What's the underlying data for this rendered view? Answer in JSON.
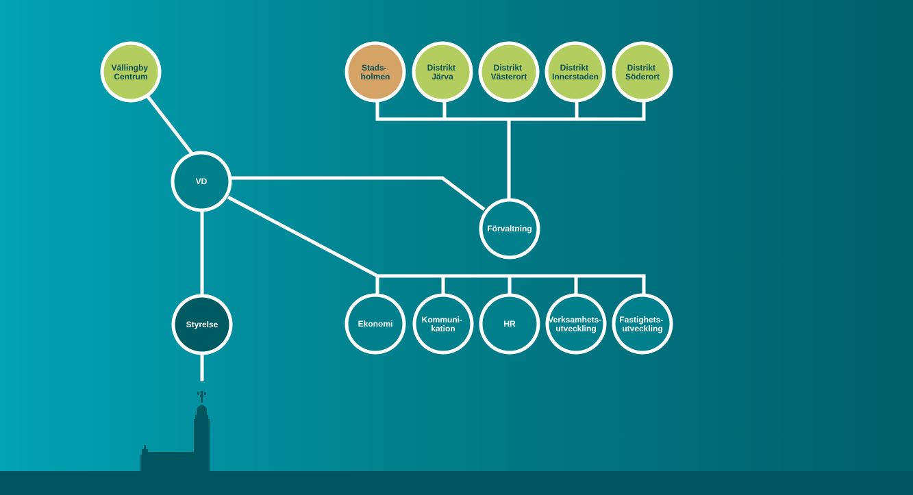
{
  "colors": {
    "bg_left": "#01a3b4",
    "bg_right": "#005f69",
    "line": "#ffffff",
    "node_green": "#b3cd5e",
    "node_orange": "#d6a367",
    "node_teal": "#00808d",
    "node_dark": "#005a62",
    "ground": "#00565f",
    "text_dark": "#0b4f55",
    "text_light": "#ffffff"
  },
  "nodes": {
    "vallingby": {
      "lines": [
        "Vällingby",
        "Centrum"
      ]
    },
    "vd": {
      "lines": [
        "VD"
      ]
    },
    "styrelse": {
      "lines": [
        "Styrelse"
      ]
    },
    "forvaltning": {
      "lines": [
        "Förvaltning"
      ]
    },
    "stadsholmen": {
      "lines": [
        "Stads-",
        "holmen"
      ]
    },
    "jarva": {
      "lines": [
        "Distrikt",
        "Järva"
      ]
    },
    "vasterort": {
      "lines": [
        "Distrikt",
        "Västerort"
      ]
    },
    "innerstaden": {
      "lines": [
        "Distrikt",
        "Innerstaden"
      ]
    },
    "soderort": {
      "lines": [
        "Distrikt",
        "Söderort"
      ]
    },
    "ekonomi": {
      "lines": [
        "Ekonomi"
      ]
    },
    "kommunikation": {
      "lines": [
        "Kommuni-",
        "kation"
      ]
    },
    "hr": {
      "lines": [
        "HR"
      ]
    },
    "verksamhet": {
      "lines": [
        "Verksamhets-",
        "utveckling"
      ]
    },
    "fastighet": {
      "lines": [
        "Fastighets-",
        "utveckling"
      ]
    }
  }
}
